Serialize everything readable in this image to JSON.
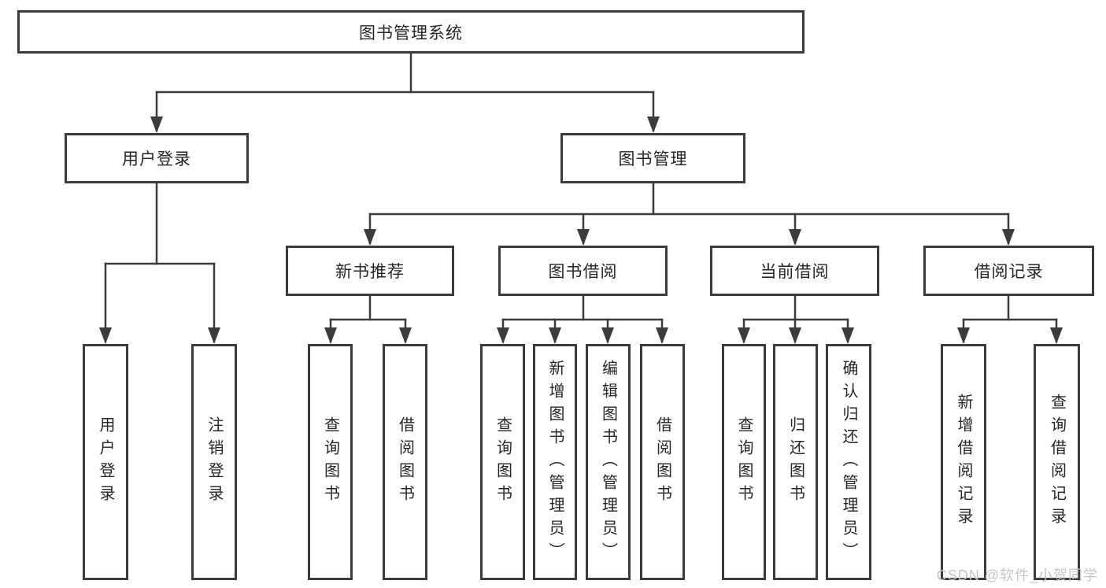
{
  "colors": {
    "line": "#3c3c3c",
    "box_border": "#3c3c3c",
    "text": "#262626",
    "background": "#ffffff",
    "watermark": "#c6c6c6"
  },
  "watermark": "CSDN @软件_小贺同学",
  "tree": {
    "root": {
      "label": "图书管理系统"
    },
    "children": [
      {
        "label": "用户登录",
        "leaves": [
          {
            "label": "用户登录"
          },
          {
            "label": "注销登录"
          }
        ]
      },
      {
        "label": "图书管理",
        "children": [
          {
            "label": "新书推荐",
            "leaves": [
              {
                "label": "查询图书"
              },
              {
                "label": "借阅图书"
              }
            ]
          },
          {
            "label": "图书借阅",
            "leaves": [
              {
                "label": "查询图书"
              },
              {
                "label": "新增图书（管理员）"
              },
              {
                "label": "编辑图书（管理员）"
              },
              {
                "label": "借阅图书"
              }
            ]
          },
          {
            "label": "当前借阅",
            "leaves": [
              {
                "label": "查询图书"
              },
              {
                "label": "归还图书"
              },
              {
                "label": "确认归还（管理员）"
              }
            ]
          },
          {
            "label": "借阅记录",
            "leaves": [
              {
                "label": "新增借阅记录"
              },
              {
                "label": "查询借阅记录"
              }
            ]
          }
        ]
      }
    ]
  }
}
